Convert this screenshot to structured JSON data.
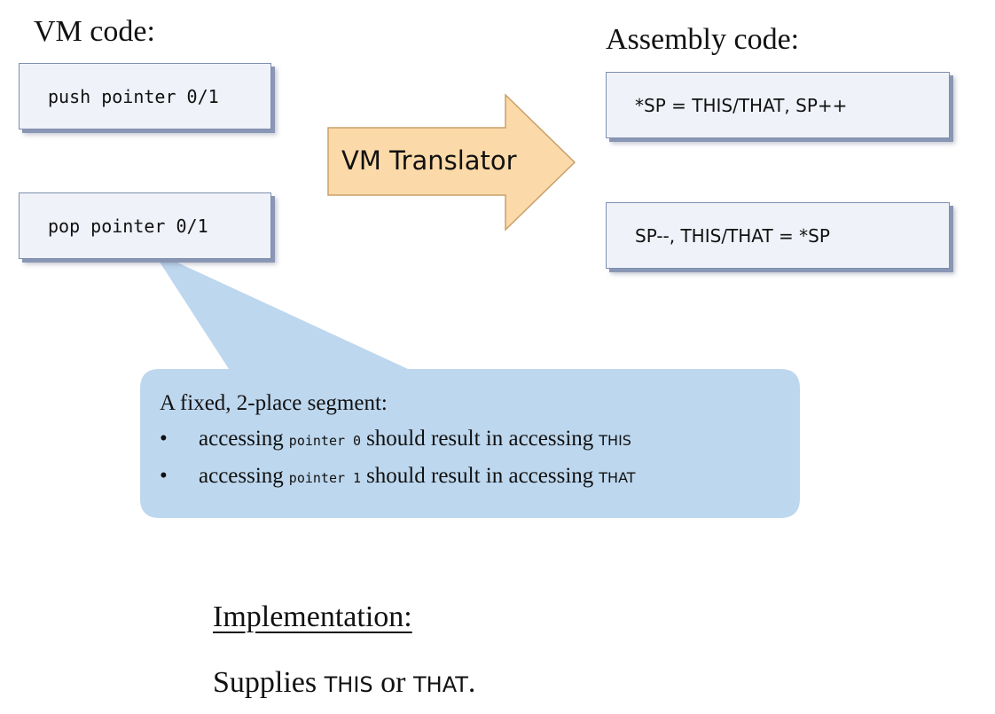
{
  "vm_code": {
    "heading": "VM code:",
    "boxes": [
      "push pointer 0/1",
      "pop pointer 0/1"
    ]
  },
  "assembly_code": {
    "heading": "Assembly code:",
    "boxes": [
      "*SP = THIS/THAT, SP++",
      "SP--, THIS/THAT = *SP"
    ]
  },
  "translator": {
    "label": "VM Translator",
    "arrow_color": "#fcd9a8",
    "arrow_stroke": "#c9a06a"
  },
  "callout": {
    "color": "#bdd7ee",
    "title": "A fixed, 2-place segment:",
    "bullets": [
      {
        "before": "accessing",
        "code": "pointer 0",
        "middle": "should result in accessing",
        "target": "THIS"
      },
      {
        "before": "accessing",
        "code": "pointer 1",
        "middle": "should result in accessing",
        "target": "THAT"
      }
    ]
  },
  "implementation": {
    "title": "Implementation:",
    "prefix": "Supplies",
    "code_a": "THIS",
    "conjunction": "or",
    "code_b": "THAT",
    "suffix": "."
  }
}
